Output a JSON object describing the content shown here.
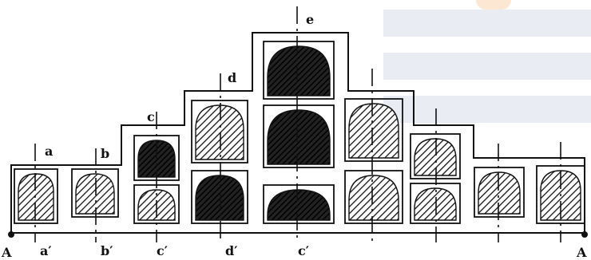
{
  "labels": {
    "end_left": "A",
    "end_right": "A",
    "a": "a",
    "a_prime": "a′",
    "b": "b",
    "b_prime": "b′",
    "c": "c",
    "c_prime": "c′",
    "d": "d",
    "d_prime": "d′",
    "e": "e",
    "e_prime": "c′"
  },
  "colors": {
    "ink": "#111111",
    "background": "#ffffff",
    "watermark": "#e9edf3",
    "watermark_accent": "#fbe7d2"
  }
}
